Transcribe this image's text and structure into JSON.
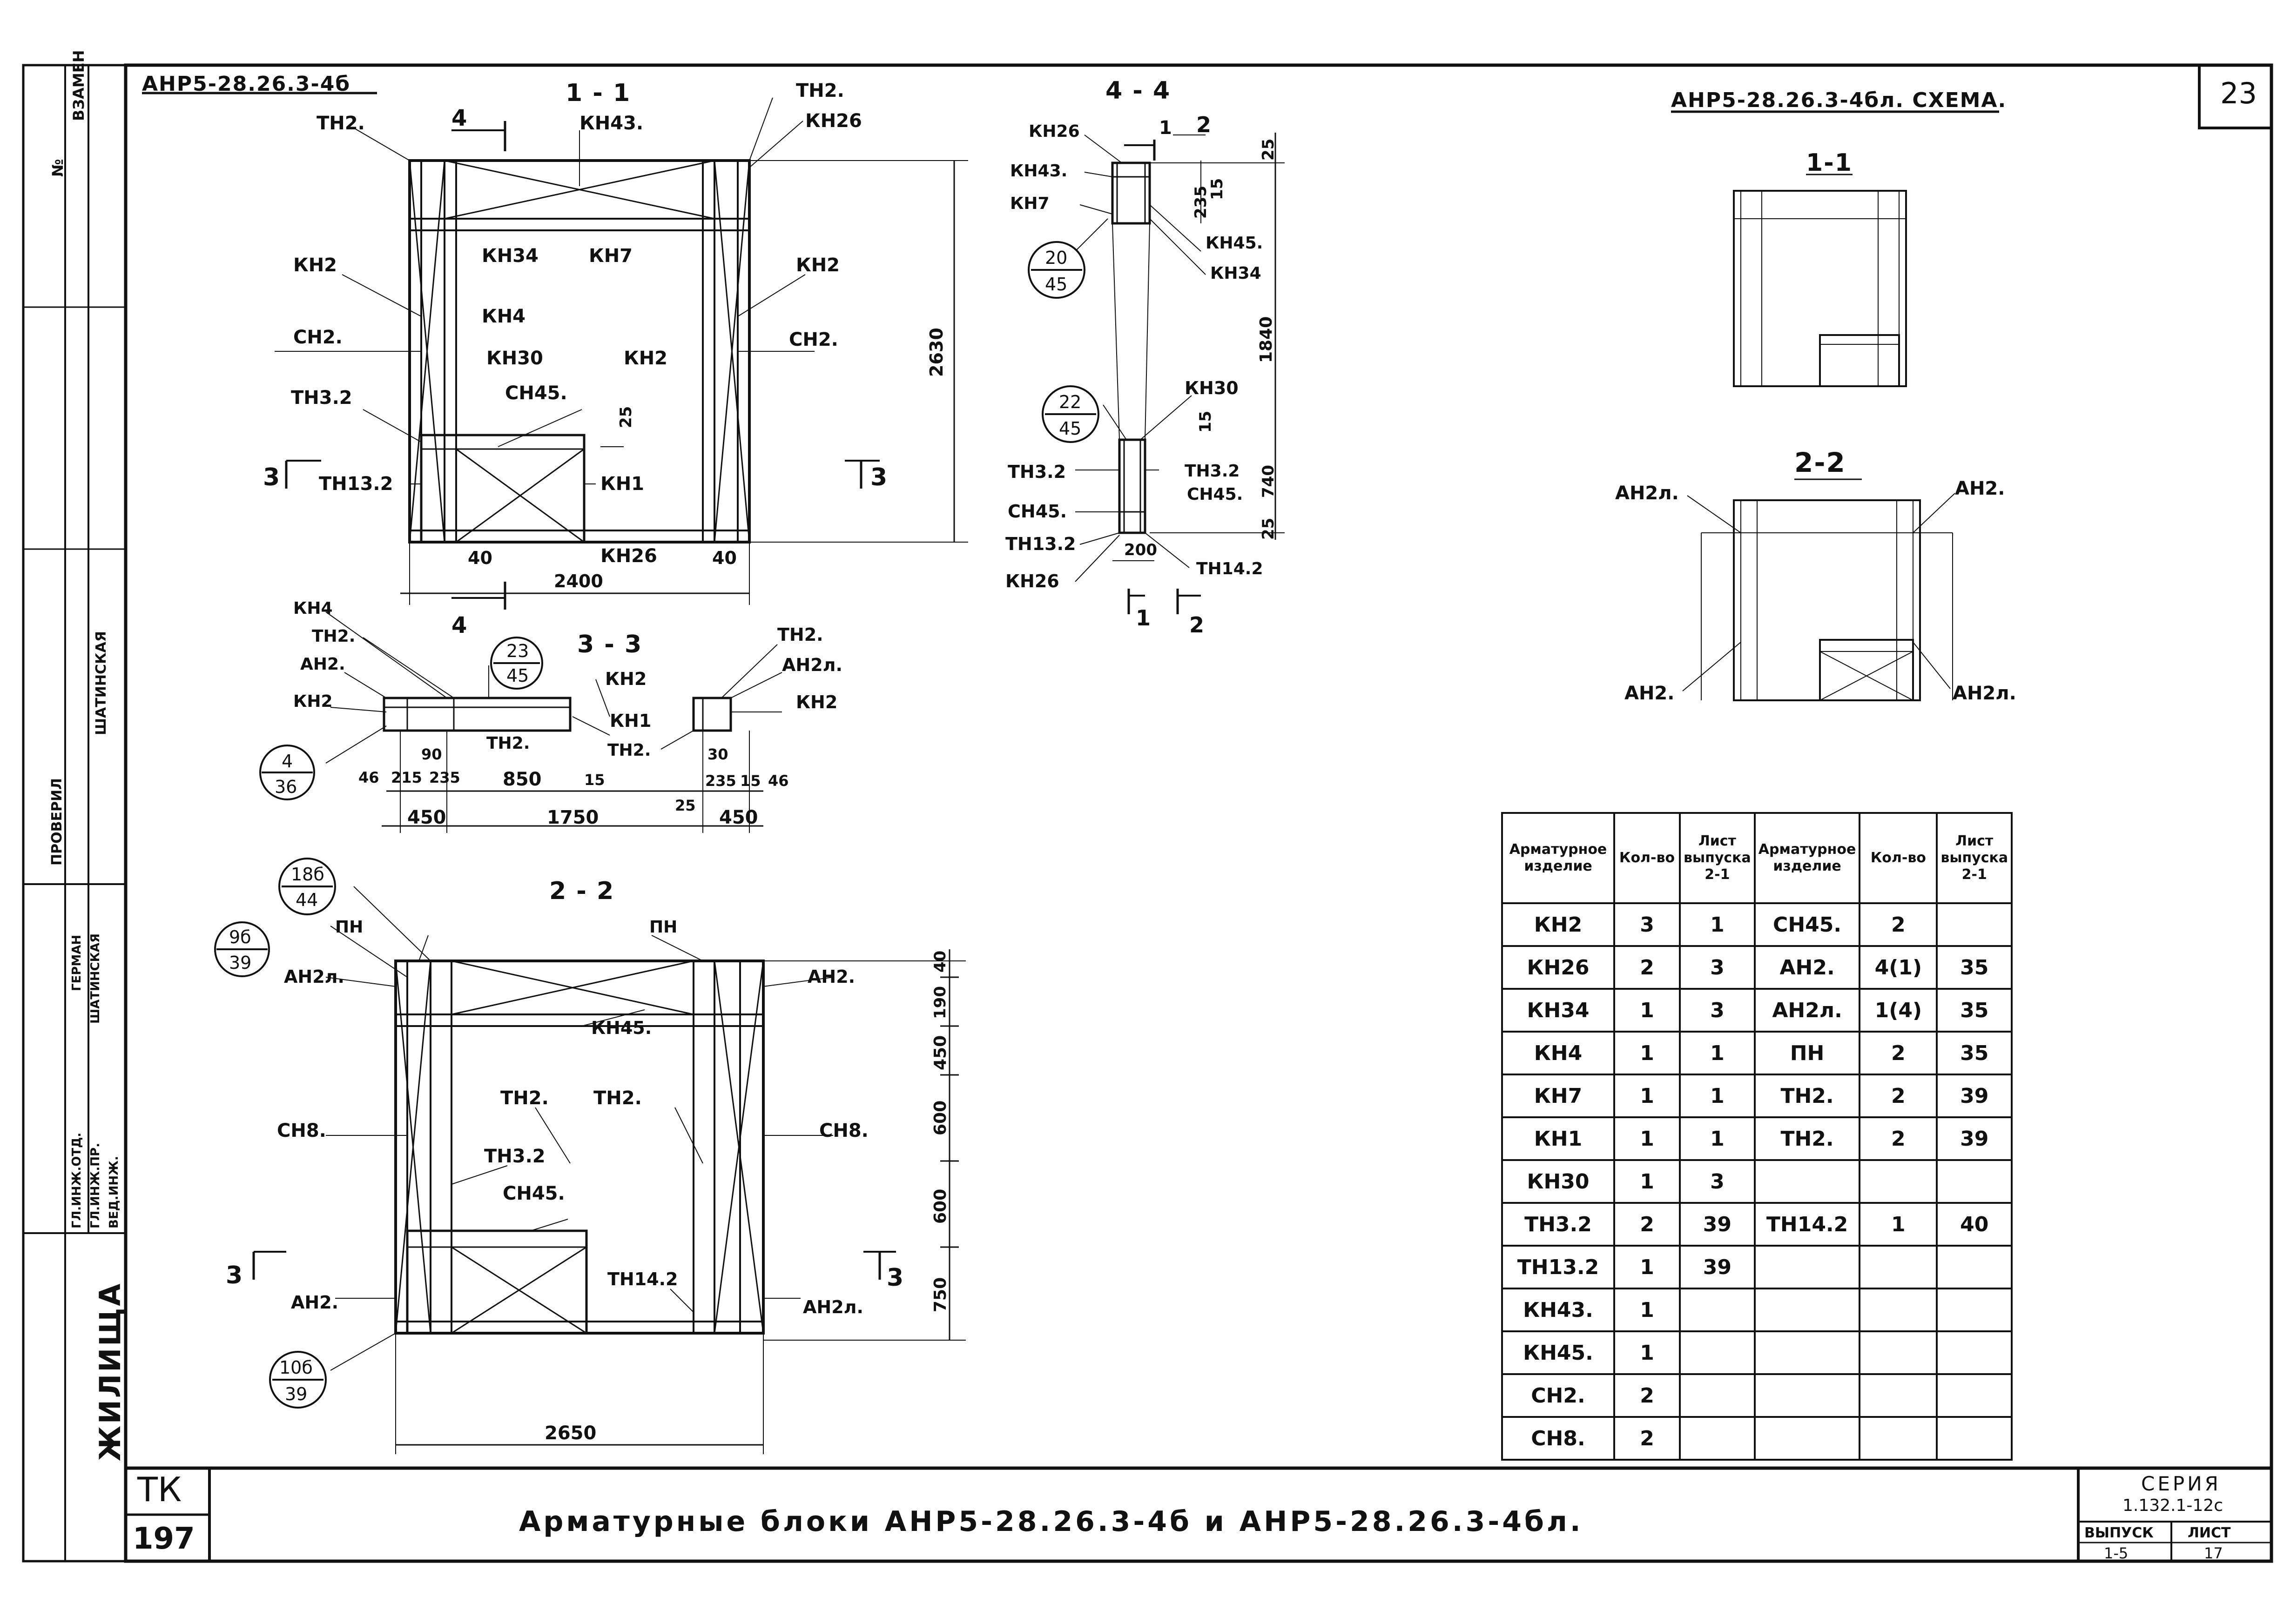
{
  "sheet": {
    "sheet_no": "23",
    "series_label": "СЕРИЯ",
    "series_value": "1.132.1-12с",
    "issue_label": "ВЫПУСК",
    "issue_value": "1-5",
    "list_label": "ЛИСТ",
    "list_value": "17",
    "tk": "ТК",
    "tk_no": "197",
    "main_title": "Арматурные блоки АНР5-28.26.3-4б и АНР5-28.26.3-4бл.",
    "org": "ЖИЛИЩА"
  },
  "side_block": {
    "rows": [
      {
        "role": "ГЛ.ИНЖ.ОТД.",
        "name": ""
      },
      {
        "role": "ГЛ.ИНЖ.ПР.",
        "name": "ГЕРМАН"
      },
      {
        "role": "ВЕД.ИНЖ.",
        "name": "ШАТИНСКАЯ"
      }
    ],
    "check_label": "ПРОВЕРИЛ",
    "check_name": "ШАТИНСКАЯ",
    "top_label": "ВЗАМЕН",
    "no_label": "№"
  },
  "views": {
    "main_title": "АНР5-28.26.3-4б",
    "scheme_title": "АНР5-28.26.3-4бл. СХЕМА.",
    "sec11": "1 - 1",
    "sec44": "4 - 4",
    "sec33": "3 - 3",
    "sec22": "2 - 2",
    "scheme_sec11": "1-1",
    "scheme_sec22": "2-2"
  },
  "labels_11": {
    "tn2_left": "ТН2.",
    "kn43": "КН43.",
    "tn2_right": "ТН2.",
    "kn26_top": "КН26",
    "kn2_l": "КН2",
    "kn34": "КН34",
    "kn7": "КН7",
    "kn2_r": "КН2",
    "kn4": "КН4",
    "sn2_l": "СН2.",
    "kn30": "КН30",
    "kn2_m": "КН2",
    "sn2_r": "СН2.",
    "tn32": "ТН3.2",
    "sn45": "СН45.",
    "tn132": "ТН13.2",
    "kn1": "КН1",
    "kn26_bot": "КН26",
    "d2630": "2630",
    "d2400": "2400",
    "d40a": "40",
    "d40b": "40",
    "d25": "25",
    "cut3": "3",
    "cut4": "4"
  },
  "labels_44": {
    "kn26": "КН26",
    "kn43": "КН43.",
    "kn7": "КН7",
    "kn45": "КН45.",
    "kn34": "КН34",
    "b1_top": "20",
    "b1_bot": "45",
    "b2_top": "22",
    "b2_bot": "45",
    "kn30": "КН30",
    "tn32_l": "ТН3.2",
    "tn32_r": "ТН3.2",
    "sn45_l": "СН45.",
    "sn45_r": "СН45.",
    "tn132": "ТН13.2",
    "tn142": "ТН14.2",
    "kn26_b": "КН26",
    "d25a": "25",
    "d235": "235",
    "d15a": "15",
    "d1840": "1840",
    "d15b": "15",
    "d740": "740",
    "d25b": "25",
    "d200": "200",
    "c1": "1",
    "c2": "2"
  },
  "labels_33": {
    "kn4": "КН4",
    "tn2a": "ТН2.",
    "an2": "АН2.",
    "kn2_l": "КН2",
    "b_top": "23",
    "b_bot": "45",
    "kn2_m": "КН2",
    "kn1": "КН1",
    "tn2_m": "ТН2.",
    "tn2_r": "ТН2.",
    "an2l": "АН2л.",
    "kn2_r": "КН2",
    "b4_top": "4",
    "b4_bot": "36",
    "d46": "46",
    "d215": "215",
    "d235": "235",
    "d90": "90",
    "d850": "850",
    "d15": "15",
    "d30": "30",
    "d235b": "235",
    "d15b": "15",
    "d46b": "46",
    "d25": "25",
    "d450a": "450",
    "d1750": "1750",
    "d450b": "450"
  },
  "labels_22": {
    "b18_top": "18б",
    "b18_bot": "44",
    "b9_top": "9б",
    "b9_bot": "39",
    "pn_l": "ПН",
    "pn_r": "ПН",
    "an2l_l": "АН2л.",
    "an2_r": "АН2.",
    "kn45": "КН45.",
    "tn2_a": "ТН2.",
    "tn2_b": "ТН2.",
    "sn8_l": "СН8.",
    "sn8_r": "СН8.",
    "tn32": "ТН3.2",
    "sn45": "СН45.",
    "tn142": "ТН14.2",
    "an2_l": "АН2.",
    "an2l_r": "АН2л.",
    "b10_top": "10б",
    "b10_bot": "39",
    "d2650": "2650",
    "d40": "40",
    "d190": "190",
    "d450": "450",
    "d600a": "600",
    "d600b": "600",
    "d750": "750",
    "cut3": "3"
  },
  "labels_scheme": {
    "an2l_tl": "АН2л.",
    "an2_tr": "АН2.",
    "an2_bl": "АН2.",
    "an2l_br": "АН2л."
  },
  "spec_table": {
    "headers": [
      "Арматурное изделие",
      "Кол-во",
      "Лист выпуска 2-1",
      "Арматурное изделие",
      "Кол-во",
      "Лист выпуска 2-1"
    ],
    "rows": [
      [
        "КН2",
        "3",
        "1",
        "СН45.",
        "2",
        ""
      ],
      [
        "КН26",
        "2",
        "3",
        "АН2.",
        "4(1)",
        "35"
      ],
      [
        "КН34",
        "1",
        "3",
        "АН2л.",
        "1(4)",
        "35"
      ],
      [
        "КН4",
        "1",
        "1",
        "ПН",
        "2",
        "35"
      ],
      [
        "КН7",
        "1",
        "1",
        "ТН2.",
        "2",
        "39"
      ],
      [
        "КН1",
        "1",
        "1",
        "ТН2.",
        "2",
        "39"
      ],
      [
        "КН30",
        "1",
        "3",
        "",
        "",
        ""
      ],
      [
        "ТН3.2",
        "2",
        "39",
        "ТН14.2",
        "1",
        "40"
      ],
      [
        "ТН13.2",
        "1",
        "39",
        "",
        "",
        ""
      ],
      [
        "КН43.",
        "1",
        "",
        "",
        "",
        ""
      ],
      [
        "КН45.",
        "1",
        "",
        "",
        "",
        ""
      ],
      [
        "СН2.",
        "2",
        "",
        "",
        "",
        ""
      ],
      [
        "СН8.",
        "2",
        "",
        "",
        "",
        ""
      ]
    ]
  }
}
